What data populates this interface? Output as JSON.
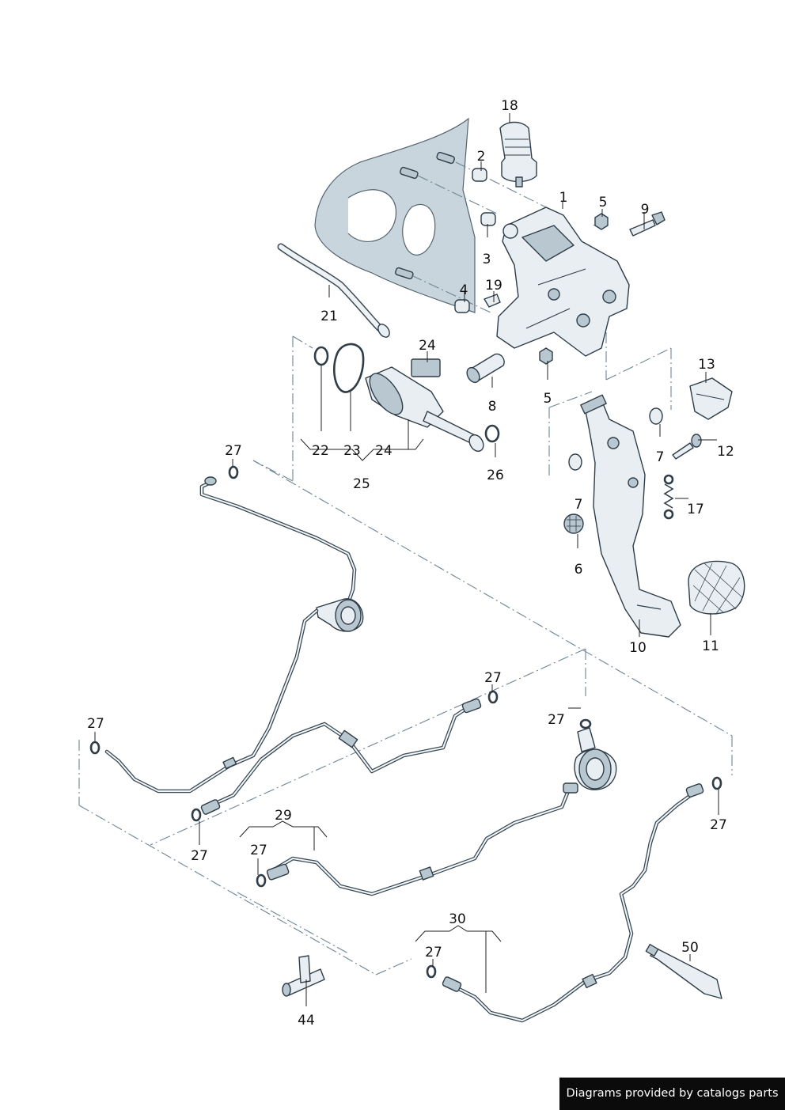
{
  "callouts": [
    {
      "id": "c18",
      "text": "18"
    },
    {
      "id": "c2",
      "text": "2"
    },
    {
      "id": "c1",
      "text": "1"
    },
    {
      "id": "c5a",
      "text": "5"
    },
    {
      "id": "c9",
      "text": "9"
    },
    {
      "id": "c3",
      "text": "3"
    },
    {
      "id": "c4",
      "text": "4"
    },
    {
      "id": "c19",
      "text": "19"
    },
    {
      "id": "c21",
      "text": "21"
    },
    {
      "id": "c24a",
      "text": "24"
    },
    {
      "id": "c8",
      "text": "8"
    },
    {
      "id": "c5b",
      "text": "5"
    },
    {
      "id": "c13",
      "text": "13"
    },
    {
      "id": "c22",
      "text": "22"
    },
    {
      "id": "c23",
      "text": "23"
    },
    {
      "id": "c24b",
      "text": "24"
    },
    {
      "id": "c25",
      "text": "25"
    },
    {
      "id": "c26",
      "text": "26"
    },
    {
      "id": "c7a",
      "text": "7"
    },
    {
      "id": "c12",
      "text": "12"
    },
    {
      "id": "c17",
      "text": "17"
    },
    {
      "id": "c7b",
      "text": "7"
    },
    {
      "id": "c6",
      "text": "6"
    },
    {
      "id": "c10",
      "text": "10"
    },
    {
      "id": "c11",
      "text": "11"
    },
    {
      "id": "c27a",
      "text": "27"
    },
    {
      "id": "c27b",
      "text": "27"
    },
    {
      "id": "c27c",
      "text": "27"
    },
    {
      "id": "c27d",
      "text": "27"
    },
    {
      "id": "c27e",
      "text": "27"
    },
    {
      "id": "c27f",
      "text": "27"
    },
    {
      "id": "c27g",
      "text": "27"
    },
    {
      "id": "c27h",
      "text": "27"
    },
    {
      "id": "c29",
      "text": "29"
    },
    {
      "id": "c30",
      "text": "30"
    },
    {
      "id": "c50",
      "text": "50"
    },
    {
      "id": "c44",
      "text": "44"
    }
  ],
  "footer": {
    "text": "Diagrams provided by catalogs parts"
  },
  "colors": {
    "line": "#2e3d48",
    "part_fill": "#e8eef2",
    "dash": "#6d8596",
    "footer_bg": "#0b0b0b"
  }
}
